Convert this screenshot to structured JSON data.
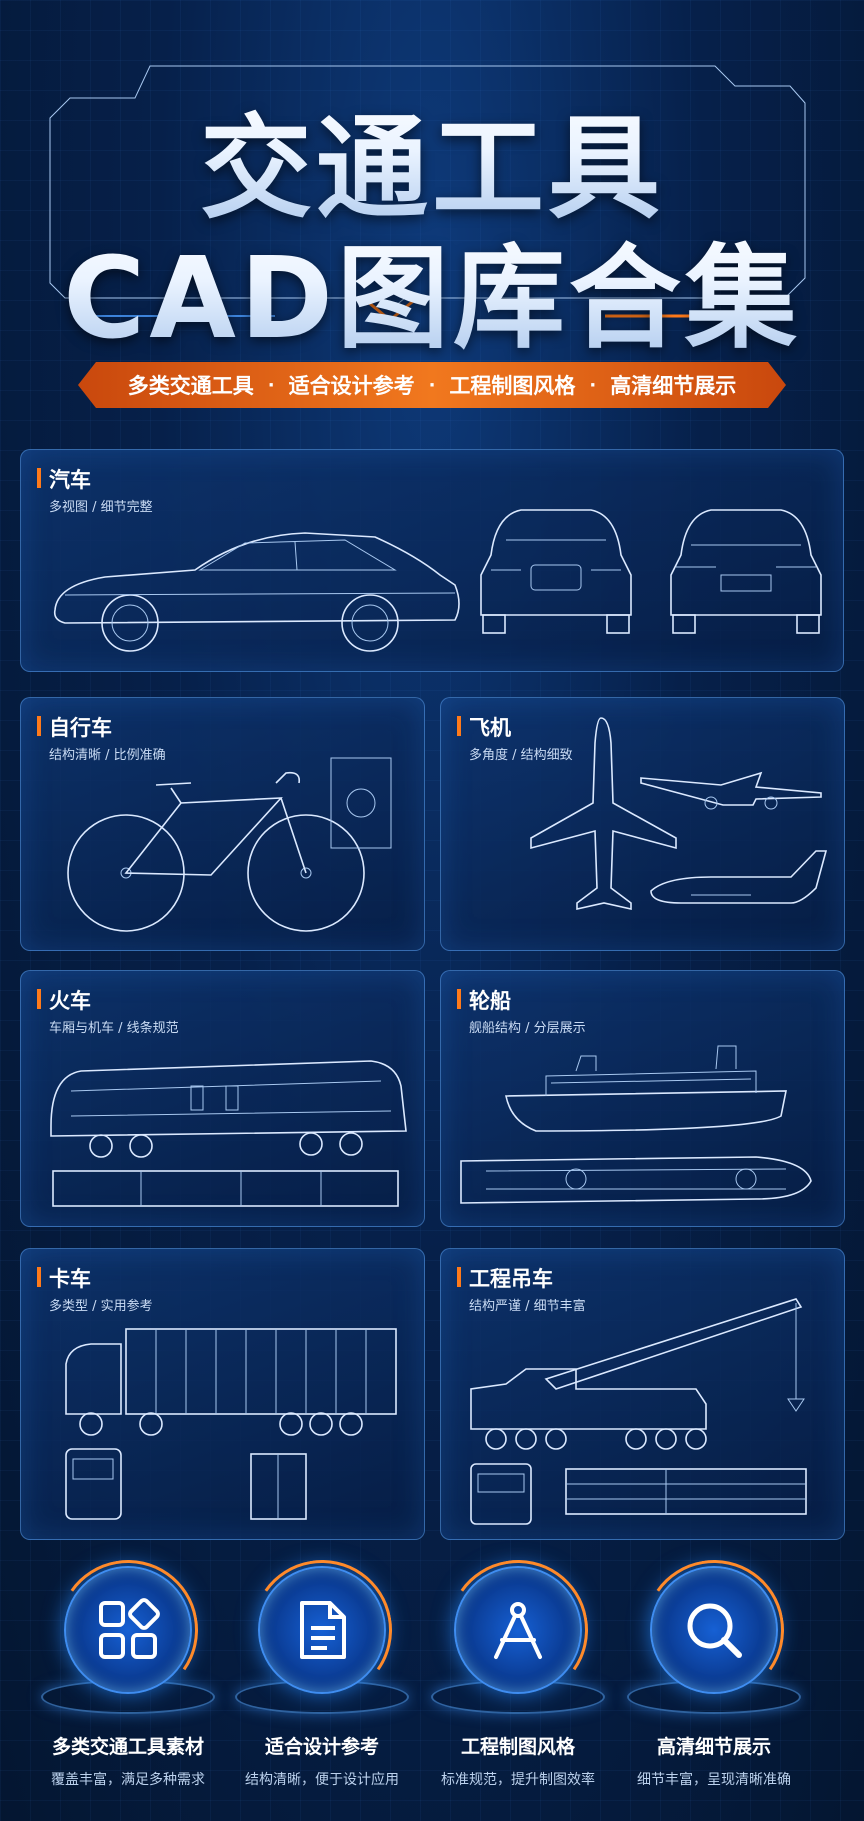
{
  "header": {
    "title_line1": "交通工具",
    "title_line2": "CAD图库合集"
  },
  "ribbon": {
    "items": [
      "多类交通工具",
      "适合设计参考",
      "工程制图风格",
      "高清细节展示"
    ],
    "separator": "·"
  },
  "panels": {
    "car": {
      "title": "汽车",
      "subtitle": "多视图 / 细节完整"
    },
    "bicycle": {
      "title": "自行车",
      "subtitle": "结构清晰 / 比例准确"
    },
    "airplane": {
      "title": "飞机",
      "subtitle": "多角度 / 结构细致"
    },
    "train": {
      "title": "火车",
      "subtitle": "车厢与机车 / 线条规范"
    },
    "ship": {
      "title": "轮船",
      "subtitle": "舰船结构 / 分层展示"
    },
    "truck": {
      "title": "卡车",
      "subtitle": "多类型 / 实用参考"
    },
    "crane": {
      "title": "工程吊车",
      "subtitle": "结构严谨 / 细节丰富"
    }
  },
  "features": [
    {
      "icon": "grid-apps-icon",
      "title": "多类交通工具素材",
      "subtitle": "覆盖丰富，满足多种需求"
    },
    {
      "icon": "document-icon",
      "title": "适合设计参考",
      "subtitle": "结构清晰，便于设计应用"
    },
    {
      "icon": "compass-icon",
      "title": "工程制图风格",
      "subtitle": "标准规范，提升制图效率"
    },
    {
      "icon": "magnifier-icon",
      "title": "高清细节展示",
      "subtitle": "细节丰富，呈现清晰准确"
    }
  ],
  "colors": {
    "background": "#061a3d",
    "accent": "#f1781e",
    "line": "#dbe9ff",
    "glow": "#3f8df0"
  }
}
